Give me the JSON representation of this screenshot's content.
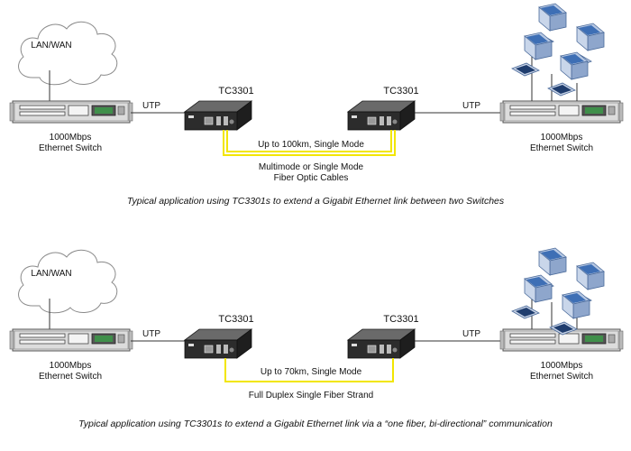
{
  "colors": {
    "fiber": "#f2e600",
    "switch_body": "#d9d9d9",
    "switch_dark": "#3a3a3a",
    "device_body": "#2c2c2c",
    "monitor_frame": "#9ab0d0",
    "monitor_screen": "#3e6fb5",
    "cloud_stroke": "#8a8a8a"
  },
  "diagrams": [
    {
      "cloud_label": "LAN/WAN",
      "left_switch": {
        "line1": "1000Mbps",
        "line2": "Ethernet Switch"
      },
      "left_link": "UTP",
      "left_converter": "TC3301",
      "right_converter": "TC3301",
      "right_link": "UTP",
      "right_switch": {
        "line1": "1000Mbps",
        "line2": "Ethernet Switch"
      },
      "fiber_label": "Up to 100km, Single Mode",
      "cable_label_1": "Multimode or Single Mode",
      "cable_label_2": "Fiber Optic Cables",
      "caption": "Typical application using TC3301s to extend a Gigabit Ethernet link between two Switches"
    },
    {
      "cloud_label": "LAN/WAN",
      "left_switch": {
        "line1": "1000Mbps",
        "line2": "Ethernet Switch"
      },
      "left_link": "UTP",
      "left_converter": "TC3301",
      "right_converter": "TC3301",
      "right_link": "UTP",
      "right_switch": {
        "line1": "1000Mbps",
        "line2": "Ethernet Switch"
      },
      "fiber_label": "Up to 70km, Single Mode",
      "cable_label_1": "Full Duplex Single Fiber Strand",
      "cable_label_2": "",
      "caption": "Typical application using TC3301s to extend a Gigabit Ethernet link via a “one fiber, bi-directional” communication"
    }
  ]
}
